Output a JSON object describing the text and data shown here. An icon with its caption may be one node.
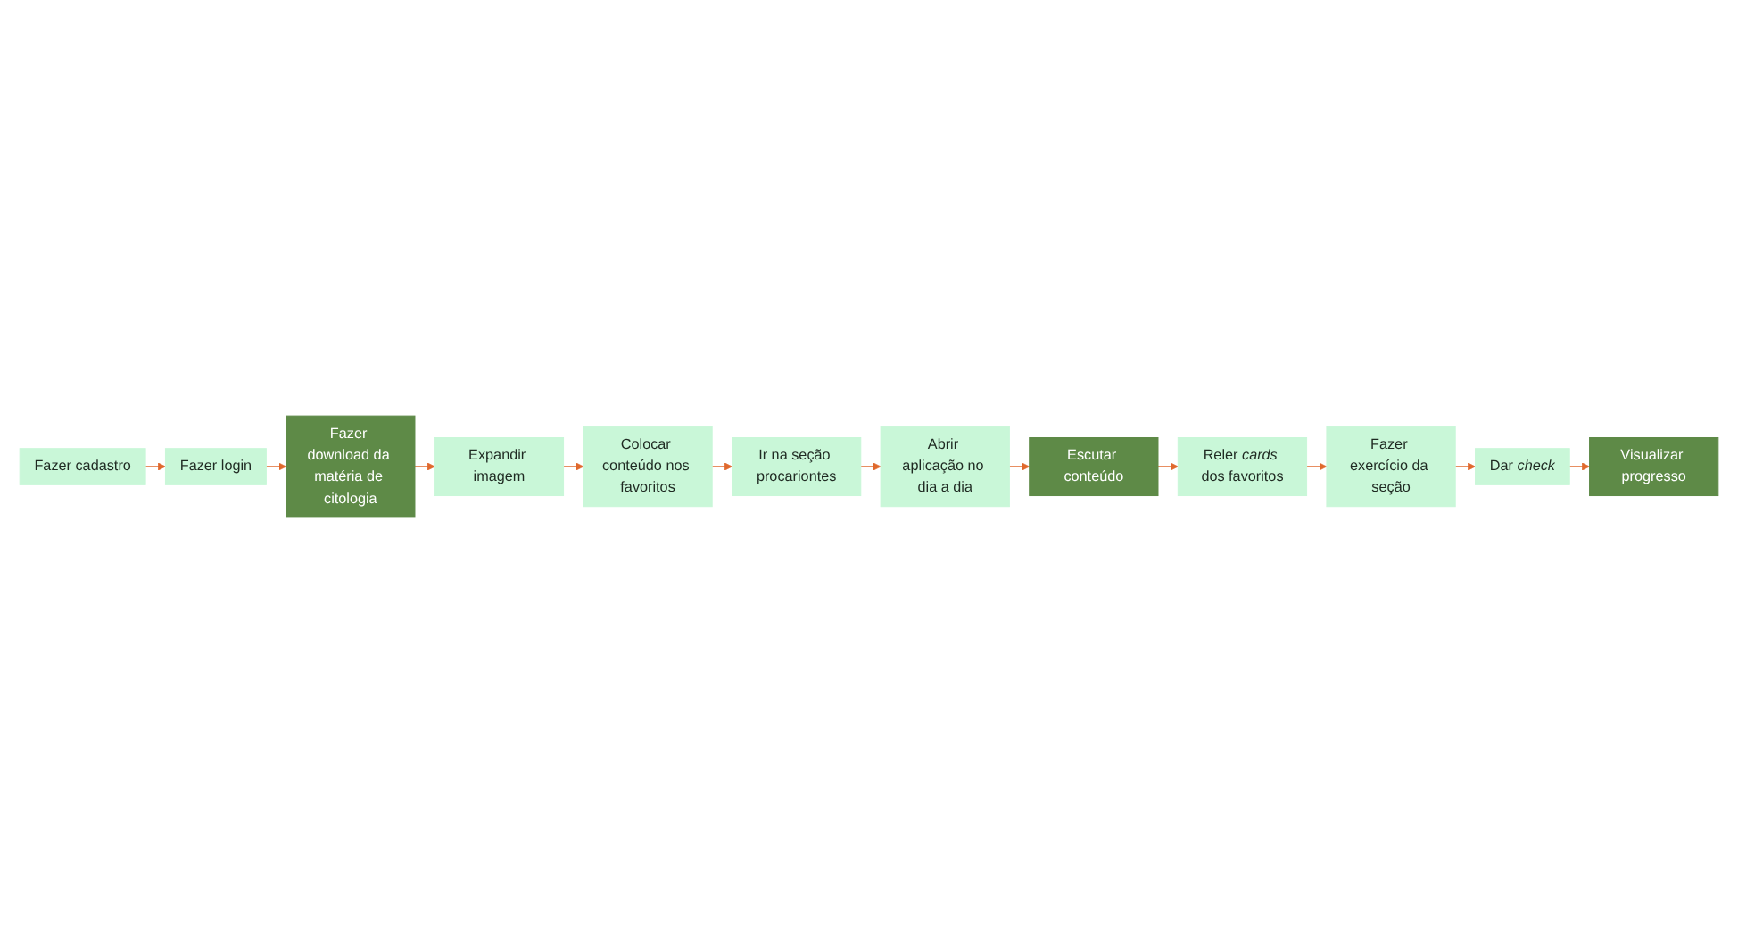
{
  "diagram": {
    "nodes": [
      {
        "text": [
          "Fazer cadastro"
        ]
      },
      {
        "text": [
          "Fazer login"
        ]
      },
      {
        "text": [
          "Fazer download da matéria de citologia"
        ]
      },
      {
        "text": [
          "Expandir imagem"
        ]
      },
      {
        "text": [
          "Colocar conteúdo nos favoritos"
        ]
      },
      {
        "text": [
          "Ir na seção procariontes"
        ]
      },
      {
        "text": [
          "Abrir aplicação no dia a dia"
        ]
      },
      {
        "text": [
          "Escutar conteúdo"
        ]
      },
      {
        "text": [
          "Reler *cards* dos favoritos"
        ]
      },
      {
        "text": [
          "Fazer exercício da seção"
        ]
      },
      {
        "text": [
          "Dar *check*"
        ]
      },
      {
        "text": [
          "Visualizar progresso"
        ]
      }
    ],
    "edges": [
      {
        "from": 0,
        "to": 1,
        "arrow": "to"
      },
      {
        "from": 1,
        "to": 2,
        "arrow": "to"
      },
      {
        "from": 2,
        "to": 3,
        "arrow": "to"
      },
      {
        "from": 3,
        "to": 4,
        "arrow": "to"
      },
      {
        "from": 4,
        "to": 5,
        "arrow": "to"
      },
      {
        "from": 5,
        "to": 6,
        "arrow": "to"
      },
      {
        "from": 6,
        "to": 7,
        "arrow": "to"
      },
      {
        "from": 7,
        "to": 8,
        "arrow": "to"
      },
      {
        "from": 8,
        "to": 9,
        "arrow": "to"
      },
      {
        "from": 9,
        "to": 10,
        "arrow": "to"
      },
      {
        "from": 10,
        "to": 11,
        "arrow": "to"
      }
    ]
  }
}
